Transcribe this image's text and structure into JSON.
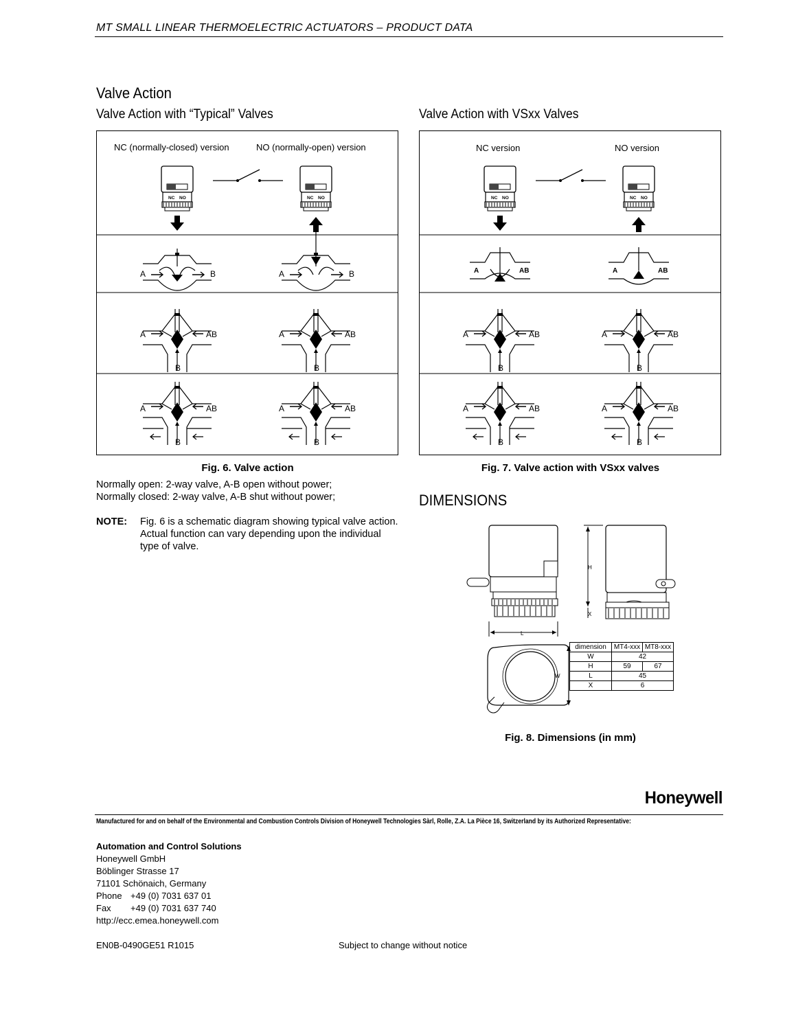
{
  "header": {
    "title": "MT SMALL LINEAR THERMOELECTRIC ACTUATORS – PRODUCT DATA"
  },
  "section": {
    "valve_action": "Valve Action",
    "typical_title": "Valve Action with “Typical” Valves",
    "vsxx_title": "Valve Action with VSxx Valves",
    "dimensions": "DIMENSIONS"
  },
  "fig6": {
    "nc_label": "NC (normally-closed) version",
    "no_label": "NO (normally-open) version",
    "caption": "Fig. 6. Valve action"
  },
  "fig7": {
    "nc_label": "NC version",
    "no_label": "NO version",
    "caption": "Fig. 7. Valve action with VSxx valves"
  },
  "valve_labels": {
    "a": "A",
    "b": "B",
    "ab": "AB",
    "nc": "NC",
    "no": "NO"
  },
  "body_text": {
    "line1": "Normally open: 2-way valve, A-B open without power;",
    "line2": "Normally closed: 2-way valve, A-B shut without power;",
    "note_label": "NOTE:",
    "note_text": "Fig. 6 is a schematic diagram showing typical valve action. Actual function can vary depending upon the individual type of valve."
  },
  "fig8": {
    "caption": "Fig. 8. Dimensions (in mm)",
    "dim_labels": {
      "h": "H",
      "x": "X",
      "l": "L",
      "w": "W"
    },
    "table": {
      "headers": [
        "dimension",
        "MT4-xxx",
        "MT8-xxx"
      ],
      "rows": [
        {
          "dim": "W",
          "mt4": "42",
          "mt8": "",
          "merged": true
        },
        {
          "dim": "H",
          "mt4": "59",
          "mt8": "67",
          "merged": false
        },
        {
          "dim": "L",
          "mt4": "45",
          "mt8": "",
          "merged": true
        },
        {
          "dim": "X",
          "mt4": "6",
          "mt8": "",
          "merged": true
        }
      ]
    }
  },
  "brand": "Honeywell",
  "footer": {
    "manufactured": "Manufactured for and on behalf of the Environmental and Combustion Controls Division of Honeywell Technologies Sàrl, Rolle, Z.A. La Pièce 16, Switzerland by its Authorized Representative:",
    "division": "Automation and Control Solutions",
    "company": "Honeywell GmbH",
    "street": "Böblinger Strasse 17",
    "city": "71101 Schönaich, Germany",
    "phone_label": "Phone",
    "phone": "+49 (0) 7031 637 01",
    "fax_label": "Fax",
    "fax": "+49 (0) 7031 637 740",
    "url": "http://ecc.emea.honeywell.com",
    "doc_code": "EN0B-0490GE51 R1015",
    "notice": "Subject to change without notice"
  }
}
